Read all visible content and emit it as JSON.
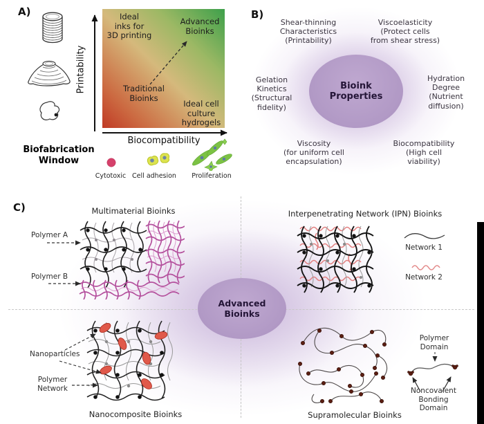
{
  "figure": {
    "panel_a": {
      "label": "A)",
      "y_axis_label": "Printability",
      "x_axis_label": "Biocompatibility",
      "window_label": "Biofabrication\nWindow",
      "gradient_colors": {
        "low": "#c03a25",
        "mid": "#d5b97c",
        "high": "#3ea04b"
      },
      "shape_icons": [
        "printed-cylinder-icon",
        "collapsed-dome-icon",
        "gel-blob-icon"
      ],
      "regions": {
        "ideal_inks": "Ideal\ninks for\n3D printing",
        "advanced_bioinks": "Advanced\nBioinks",
        "traditional_bioinks": "Traditional\nBioinks",
        "cell_culture_hydrogels": "Ideal cell\nculture\nhydrogels"
      },
      "legend": [
        {
          "icon": "cytotoxic-cell-icon",
          "label": "Cytotoxic",
          "color": "#d5416b"
        },
        {
          "icon": "cell-adhesion-icon",
          "label": "Cell adhesion",
          "color": "#dde34f"
        },
        {
          "icon": "proliferation-cells-icon",
          "label": "Proliferation",
          "color": "#7cc244"
        }
      ]
    },
    "panel_b": {
      "label": "B)",
      "center_label": "Bioink\nProperties",
      "ellipse_color": "#b29ac6",
      "properties": [
        {
          "text": "Shear-thinning\nCharacteristics\n(Printability)"
        },
        {
          "text": "Viscoelasticity\n(Protect cells\nfrom shear stress)"
        },
        {
          "text": "Gelation\nKinetics\n(Structural\nfidelity)"
        },
        {
          "text": "Hydration\nDegree\n(Nutrient\ndiffusion)"
        },
        {
          "text": "Viscosity\n(for uniform cell\nencapsulation)"
        },
        {
          "text": "Biocompatibility\n(High cell\nviability)"
        }
      ]
    },
    "panel_c": {
      "label": "C)",
      "center_label": "Advanced\nBioinks",
      "ellipse_color": "#b29ac6",
      "network_colors": {
        "polymer_black": "#1f1f1f",
        "polymer_magenta": "#b4509d",
        "ipn_red": "#e27f7f",
        "nanoparticle": "#e0594a",
        "supramolecular_node": "#5a1e12"
      },
      "quadrants": [
        {
          "title": "Multimaterial Bioinks",
          "annotations": [
            "Polymer A",
            "Polymer B"
          ]
        },
        {
          "title": "Interpenetrating Network (IPN) Bioinks",
          "annotations": [
            "Network 1",
            "Network 2"
          ]
        },
        {
          "title": "Nanocomposite Bioinks",
          "annotations": [
            "Nanoparticles",
            "Polymer\nNetwork"
          ]
        },
        {
          "title": "Supramolecular Bioinks",
          "annotations": [
            "Polymer\nDomain",
            "Noncovalent\nBonding\nDomain"
          ]
        }
      ]
    }
  }
}
